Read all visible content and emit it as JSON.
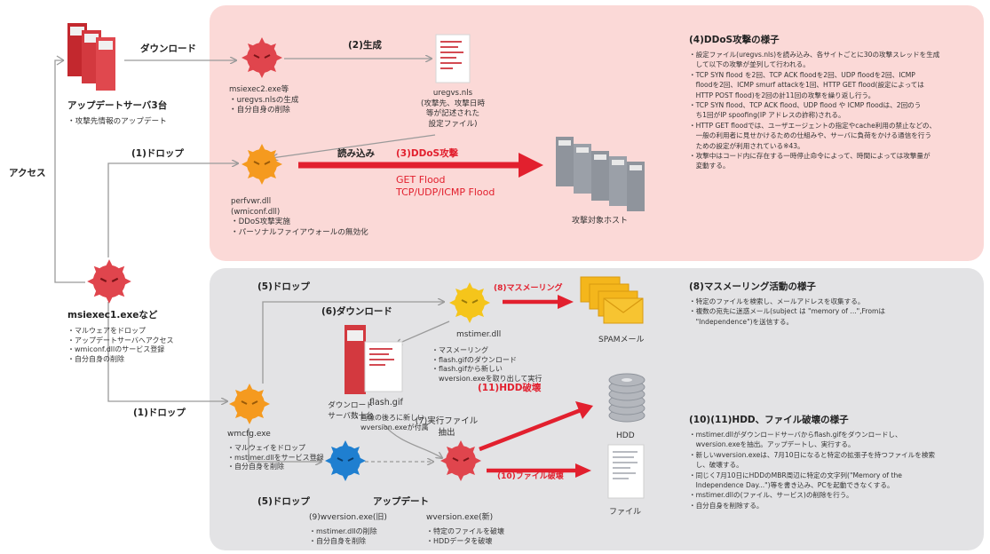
{
  "colors": {
    "top_panel": "#fbd9d7",
    "bottom_panel": "#e3e3e5",
    "attack_red": "#e2202e",
    "arrow_gray": "#9a9a9a",
    "virus_red": "#e0454d",
    "virus_orange": "#f59a1f",
    "virus_yellow": "#f5c51b",
    "virus_blue": "#1f7fd0",
    "server_red": "#d3393f",
    "server_gray": "#8f949c",
    "mail_yellow": "#f4b61c"
  },
  "left": {
    "update_server_title": "アップデートサーバ3台",
    "update_server_desc": "・攻撃先情報のアップデート",
    "access_label": "アクセス",
    "download_label": "ダウンロード",
    "drop1_top_label": "(1)ドロップ",
    "drop1_bottom_label": "(1)ドロップ",
    "msiexec1_title": "msiexec1.exeなど",
    "msiexec1_lines": [
      "・マルウェアをドロップ",
      "・アップデートサーバへアクセス",
      "・wmiconf.dllのサービス登録",
      "・自分自身の削除"
    ]
  },
  "top": {
    "msiexec2_lines": [
      "msiexec2.exe等",
      "・uregvs.nlsの生成",
      "・自分自身の削除"
    ],
    "generate_label": "(2)生成",
    "read_label": "読み込み",
    "uregvs_lines": [
      "uregvs.nls",
      "(攻撃先、攻撃日時",
      "等が記述された",
      "設定ファイル)"
    ],
    "perfvwr_lines": [
      "perfvwr.dll",
      "(wmiconf.dll)",
      "・DDoS攻撃実施",
      "・パーソナルファイアウォールの無効化"
    ],
    "ddos_label": "(3)DDoS攻撃",
    "flood_lines": [
      "GET Flood",
      "TCP/UDP/ICMP Flood"
    ],
    "target_host": "攻撃対象ホスト"
  },
  "info4": {
    "title": "(4)DDoS攻撃の様子",
    "lines": [
      "・設定ファイル(uregvs.nls)を読み込み、各サイトごとに30の攻撃スレッドを生成",
      "　して以下の攻撃が並列して行われる。",
      "・TCP SYN flood を2回、TCP ACK floodを2回、UDP floodを2回、ICMP",
      "　floodを2回、ICMP smurf attackを1回、HTTP GET flood(設定によっては",
      "　HTTP POST flood)を2回の計11回の攻撃を繰り返し行う。",
      "・TCP SYN flood、TCP ACK flood、UDP flood や ICMP floodは、2回のう",
      "　ち1回がIP spoofing(IP アドレスの詐称)される。",
      "・HTTP GET floodでは、ユーザエージェントの指定やcache利用の禁止などの、",
      "　一般の利用者に見せかけるための仕組みや、サーバに負荷をかける通信を行う",
      "　ための設定が利用されている※43。",
      "・攻撃中はコード内に存在する一時停止命令によって、時間によっては攻撃量が",
      "　変動する。"
    ]
  },
  "bottom": {
    "drop5_top_label": "(5)ドロップ",
    "download6_label": "(6)ダウンロード",
    "download_server_lines": [
      "ダウンロード",
      "サーバ数十台"
    ],
    "flashgif_label": "flash.gif",
    "flashgif_desc": [
      "・画像の後ろに新しい",
      "　wversion.exeが付属"
    ],
    "mstimer_title": "mstimer.dll",
    "mstimer_lines": [
      "・マスメーリング",
      "・flash.gifのダウンロード",
      "・flash.gifから新しい",
      "　wversion.exeを取り出して実行"
    ],
    "massmail_label": "(8)マスメーリング",
    "spam_label": "SPAMメール",
    "wmcfg_title": "wmcfg.exe",
    "wmcfg_lines": [
      "・マルウェイをドロップ",
      "・mstimer.dllをサービス登録",
      "・自分自身を削除"
    ],
    "drop5_bottom_label": "(5)ドロップ",
    "update_label": "アップデート",
    "wversion_old_title": "(9)wversion.exe(旧)",
    "wversion_old_lines": [
      "・mstimer.dllの削除",
      "・自分自身を削除"
    ],
    "extract_lines": [
      "(7)実行ファイル",
      "抽出"
    ],
    "wversion_new_title": "wversion.exe(新)",
    "wversion_new_lines": [
      "・特定のファイルを破壊",
      "・HDDデータを破壊"
    ],
    "hdd_destroy_label": "(11)HDD破壊",
    "file_destroy_label": "(10)ファイル破壊",
    "hdd_label": "HDD",
    "file_label": "ファイル"
  },
  "info8": {
    "title": "(8)マスメーリング活動の様子",
    "lines": [
      "・特定のファイルを検索し、メールアドレスを収集する。",
      "・複数の宛先に迷惑メール(subject は \"memory of ...\",Fromは",
      "　\"Independence\")を送信する。"
    ]
  },
  "info10": {
    "title": "(10)(11)HDD、ファイル破壊の様子",
    "lines": [
      "・mstimer.dllがダウンロードサーバからflash.gifをダウンロードし、",
      "　wversion.exeを抽出。アップデートし、実行する。",
      "・新しいwversion.exeは、7月10日になると特定の拡張子を持つファイルを検索",
      "　し、破壊する。",
      "・同じく7月10日にHDDのMBR周辺に特定の文字列(\"Memory of the",
      "　Independence Day...\")等を書き込み、PCを起動できなくする。",
      "・mstimer.dllの(ファイル、サービス)の削除を行う。",
      "・自分自身を削除する。"
    ]
  }
}
